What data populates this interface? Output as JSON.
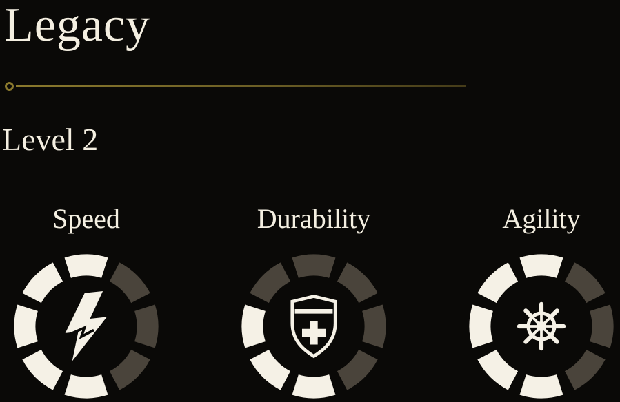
{
  "header": {
    "title": "Legacy",
    "level_label": "Level 2"
  },
  "stats": [
    {
      "name": "Speed",
      "icon": "lightning-bolt-icon",
      "segments_total": 8,
      "segments_filled": 5,
      "segments": [
        1,
        0,
        0,
        0,
        1,
        1,
        1,
        1
      ]
    },
    {
      "name": "Durability",
      "icon": "shield-cross-icon",
      "segments_total": 8,
      "segments_filled": 3,
      "segments": [
        0,
        0,
        0,
        0,
        1,
        1,
        1,
        0
      ]
    },
    {
      "name": "Agility",
      "icon": "ship-wheel-icon",
      "segments_total": 8,
      "segments_filled": 5,
      "segments": [
        1,
        0,
        0,
        0,
        1,
        1,
        1,
        1
      ]
    }
  ],
  "segment_order": "clockwise-from-top",
  "colors": {
    "background": "#0a0907",
    "text": "#f4efe1",
    "divider_gold": "#8a792d",
    "segment_filled": "#f5f1e6",
    "segment_empty": "#4a443b"
  }
}
